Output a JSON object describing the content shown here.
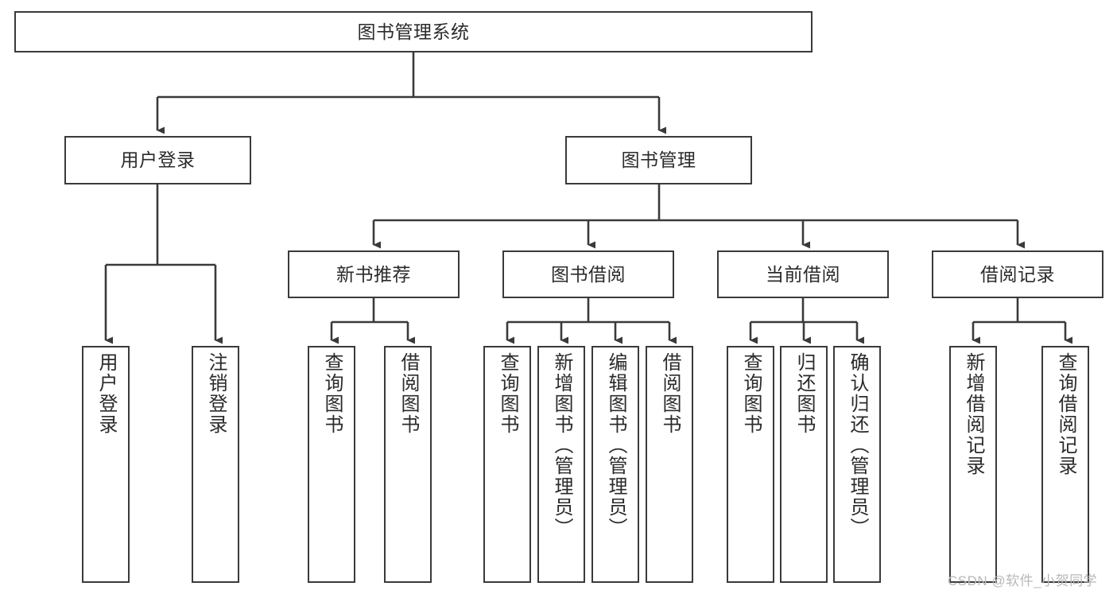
{
  "diagram": {
    "title_node": {
      "label": "图书管理系统"
    },
    "level2": [
      {
        "id": "user-login",
        "label": "用户登录"
      },
      {
        "id": "book-management",
        "label": "图书管理"
      }
    ],
    "level3": [
      {
        "id": "new-book-recommend",
        "label": "新书推荐"
      },
      {
        "id": "book-borrow",
        "label": "图书借阅"
      },
      {
        "id": "current-borrow",
        "label": "当前借阅"
      },
      {
        "id": "borrow-record",
        "label": "借阅记录"
      }
    ],
    "leaves": {
      "user_login": [
        {
          "id": "leaf-user-login",
          "label": "用户登录"
        },
        {
          "id": "leaf-logout-login",
          "label": "注销登录"
        }
      ],
      "new_book_recommend": [
        {
          "id": "leaf-query-book-1",
          "label": "查询图书"
        },
        {
          "id": "leaf-borrow-book-1",
          "label": "借阅图书"
        }
      ],
      "book_borrow": [
        {
          "id": "leaf-query-book-2",
          "label": "查询图书"
        },
        {
          "id": "leaf-add-book",
          "label": "新增图书（管理员）"
        },
        {
          "id": "leaf-edit-book",
          "label": "编辑图书（管理员）"
        },
        {
          "id": "leaf-borrow-book-2",
          "label": "借阅图书"
        }
      ],
      "current_borrow": [
        {
          "id": "leaf-query-book-3",
          "label": "查询图书"
        },
        {
          "id": "leaf-return-book",
          "label": "归还图书"
        },
        {
          "id": "leaf-confirm-return",
          "label": "确认归还（管理员）"
        }
      ],
      "borrow_record": [
        {
          "id": "leaf-add-record",
          "label": "新增借阅记录"
        },
        {
          "id": "leaf-query-record",
          "label": "查询借阅记录"
        }
      ]
    },
    "watermark": "CSDN @软件_小贺同学",
    "colors": {
      "stroke": "#3a3a3a",
      "text": "#2b2b2b",
      "background": "#ffffff",
      "watermark": "#b8b8b8"
    }
  }
}
